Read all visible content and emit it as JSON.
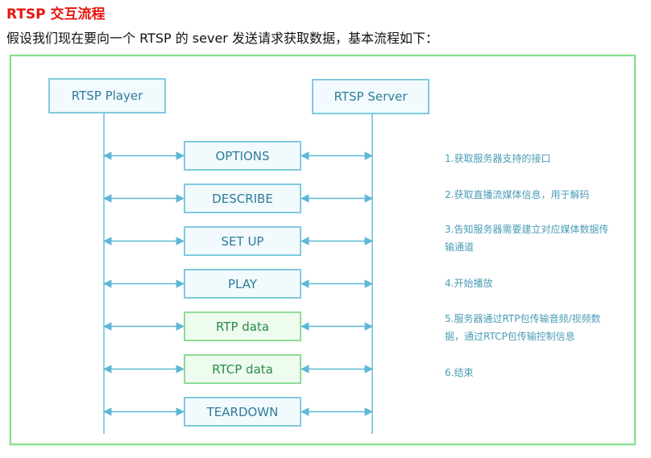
{
  "heading": "RTSP 交互流程",
  "intro": "假设我们现在要向一个 RTSP 的 sever 发送请求获取数据，基本流程如下：",
  "diagram": {
    "player_label": "RTSP Player",
    "server_label": "RTSP Server",
    "messages": [
      {
        "label": "OPTIONS",
        "style": "blue"
      },
      {
        "label": "DESCRIBE",
        "style": "blue"
      },
      {
        "label": "SET UP",
        "style": "blue"
      },
      {
        "label": "PLAY",
        "style": "blue"
      },
      {
        "label": "RTP data",
        "style": "green"
      },
      {
        "label": "RTCP data",
        "style": "green"
      },
      {
        "label": "TEARDOWN",
        "style": "blue"
      }
    ],
    "notes": [
      "1.获取服务器支持的接口",
      "2.获取直播流媒体信息，用于解码",
      "3.告知服务器需要建立对应媒体数据传输通道",
      "4.开始播放",
      "5.服务器通过RTP包传输音频/视频数据，通过RTCP包传输控制信息",
      "6.结束"
    ]
  },
  "colors": {
    "heading": "#e8150f",
    "frame_border": "#86dd8e",
    "blue_border": "#7fcbe0",
    "blue_text": "#2d7c99",
    "green_border": "#8edc95",
    "green_text": "#2b8a4b",
    "arrow": "#5fb7d6",
    "note_text": "#4a9cb6"
  }
}
